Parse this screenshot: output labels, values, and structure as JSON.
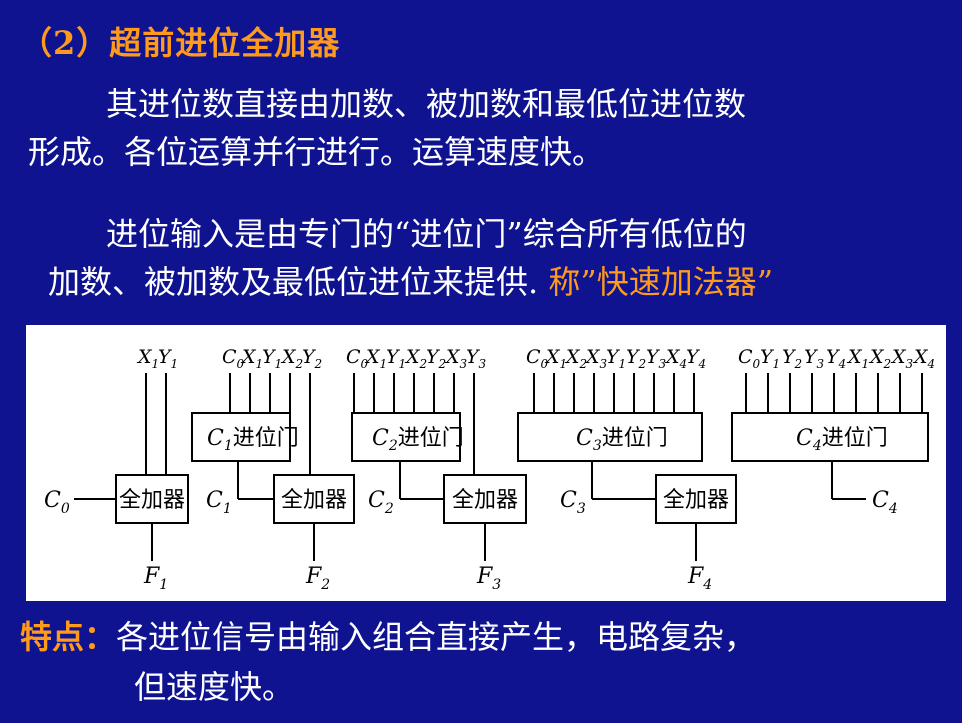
{
  "title": "（2）超前进位全加器",
  "para1": {
    "line1": "其进位数直接由加数、被加数和最低位进位数",
    "line2": "形成。各位运算并行进行。运算速度快。"
  },
  "para2": {
    "line1": "进位输入是由专门的“进位门”综合所有低位的",
    "line2_prefix": "加数、被加数及最低位进位来提供.",
    "line2_highlight": "称”快速加法器”"
  },
  "diagram": {
    "adder_label": "全加器",
    "carry_gates": [
      {
        "sym": "C",
        "sub": "1",
        "suffix": "进位门"
      },
      {
        "sym": "C",
        "sub": "2",
        "suffix": "进位门"
      },
      {
        "sym": "C",
        "sub": "3",
        "suffix": "进位门"
      },
      {
        "sym": "C",
        "sub": "4",
        "suffix": "进位门"
      }
    ],
    "carry_labels": [
      {
        "sym": "C",
        "sub": "0"
      },
      {
        "sym": "C",
        "sub": "1"
      },
      {
        "sym": "C",
        "sub": "2"
      },
      {
        "sym": "C",
        "sub": "3"
      },
      {
        "sym": "C",
        "sub": "4"
      }
    ],
    "outputs": [
      {
        "sym": "F",
        "sub": "1"
      },
      {
        "sym": "F",
        "sub": "2"
      },
      {
        "sym": "F",
        "sub": "3"
      },
      {
        "sym": "F",
        "sub": "4"
      }
    ],
    "input_groups": [
      [
        [
          "X",
          "1"
        ],
        [
          "Y",
          "1"
        ]
      ],
      [
        [
          "C",
          "0"
        ],
        [
          "X",
          "1"
        ],
        [
          "Y",
          "1"
        ],
        [
          "X",
          "2"
        ],
        [
          "Y",
          "2"
        ]
      ],
      [
        [
          "C",
          "0"
        ],
        [
          "X",
          "1"
        ],
        [
          "Y",
          "1"
        ],
        [
          "X",
          "2"
        ],
        [
          "Y",
          "2"
        ],
        [
          "X",
          "3"
        ],
        [
          "Y",
          "3"
        ]
      ],
      [
        [
          "C",
          "0"
        ],
        [
          "X",
          "1"
        ],
        [
          "X",
          "2"
        ],
        [
          "X",
          "3"
        ],
        [
          "Y",
          "1"
        ],
        [
          "Y",
          "2"
        ],
        [
          "Y",
          "3"
        ],
        [
          "X",
          "4"
        ],
        [
          "Y",
          "4"
        ]
      ],
      [
        [
          "C",
          "0"
        ],
        [
          "Y",
          "1"
        ],
        [
          "Y",
          "2"
        ],
        [
          "Y",
          "3"
        ],
        [
          "Y",
          "4"
        ],
        [
          "X",
          "1"
        ],
        [
          "X",
          "2"
        ],
        [
          "X",
          "3"
        ],
        [
          "X",
          "4"
        ]
      ]
    ]
  },
  "features": {
    "label": "特点：",
    "line1": "各进位信号由输入组合直接产生，电路复杂，",
    "line2": "但速度快。"
  }
}
